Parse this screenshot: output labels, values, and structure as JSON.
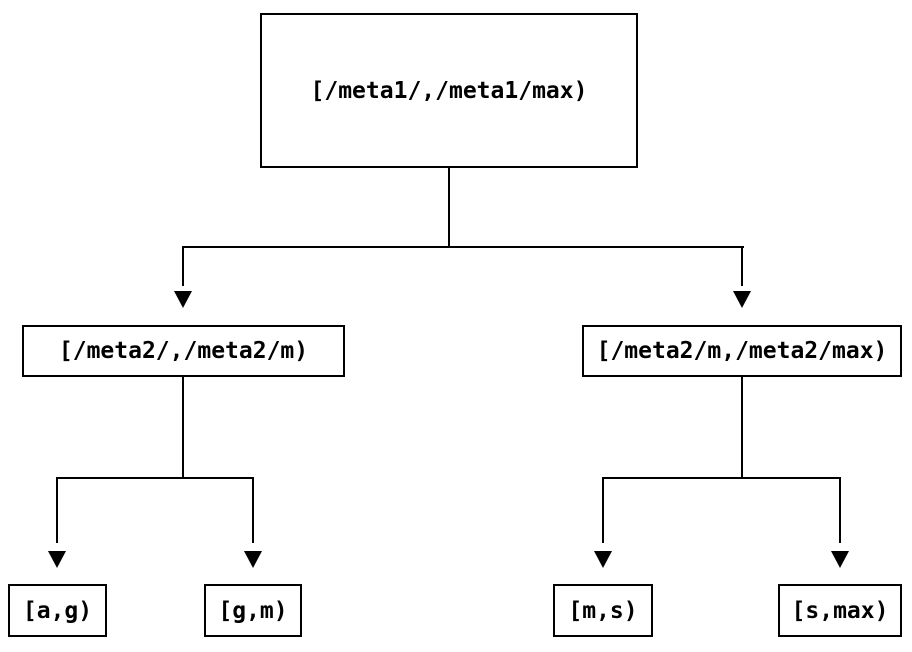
{
  "diagram": {
    "type": "tree",
    "description": "Binary interval-partition tree, 3 levels, arrows pointing from parent to children",
    "nodes": {
      "root": {
        "label": "[/meta1/,/meta1/max)"
      },
      "level2_left": {
        "label": "[/meta2/,/meta2/m)"
      },
      "level2_right": {
        "label": "[/meta2/m,/meta2/max)"
      },
      "leaf_a_g": {
        "label": "[a,g)"
      },
      "leaf_g_m": {
        "label": "[g,m)"
      },
      "leaf_m_s": {
        "label": "[m,s)"
      },
      "leaf_s_max": {
        "label": "[s,max)"
      }
    },
    "edges": [
      {
        "from": "root",
        "to": "level2_left"
      },
      {
        "from": "root",
        "to": "level2_right"
      },
      {
        "from": "level2_left",
        "to": "leaf_a_g"
      },
      {
        "from": "level2_left",
        "to": "leaf_g_m"
      },
      {
        "from": "level2_right",
        "to": "leaf_m_s"
      },
      {
        "from": "level2_right",
        "to": "leaf_s_max"
      }
    ],
    "colors": {
      "background": "#ffffff",
      "box_fill": "#ffffff",
      "box_border": "#000000",
      "line": "#000000",
      "text": "#000000"
    }
  }
}
